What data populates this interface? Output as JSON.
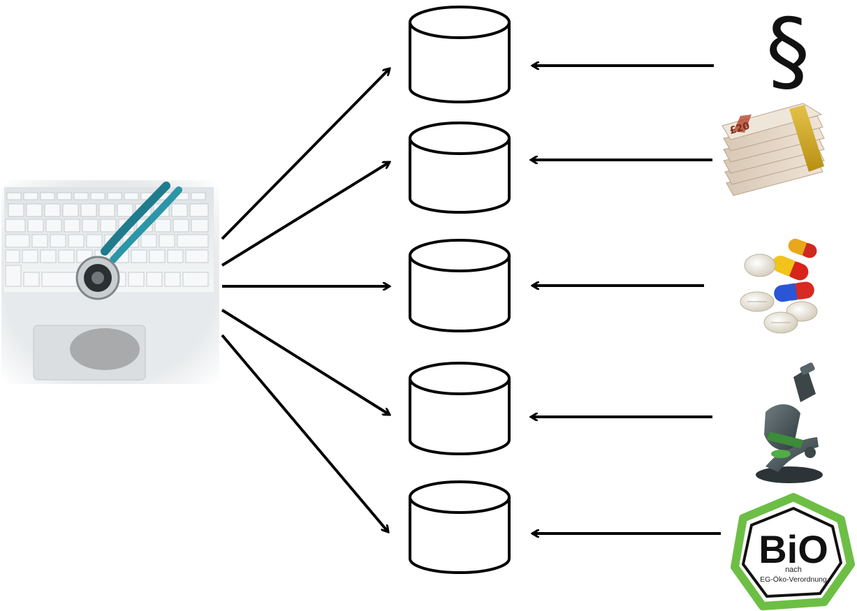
{
  "source_icons": [
    {
      "name": "law-paragraph",
      "label": "§"
    },
    {
      "name": "money",
      "label": ""
    },
    {
      "name": "medicine",
      "label": ""
    },
    {
      "name": "microscope",
      "label": ""
    },
    {
      "name": "bio-seal",
      "label": ""
    }
  ],
  "bio_seal": {
    "text": "BiO",
    "subtext_line1": "nach",
    "subtext_line2": "EG-Öko-Verordnung",
    "frame_color": "#6dbe45",
    "text_color": "#111111"
  },
  "databases": [
    {
      "id": "db-1"
    },
    {
      "id": "db-2"
    },
    {
      "id": "db-3"
    },
    {
      "id": "db-4"
    },
    {
      "id": "db-5"
    }
  ],
  "computer_icon": {
    "name": "laptop-stethoscope"
  }
}
